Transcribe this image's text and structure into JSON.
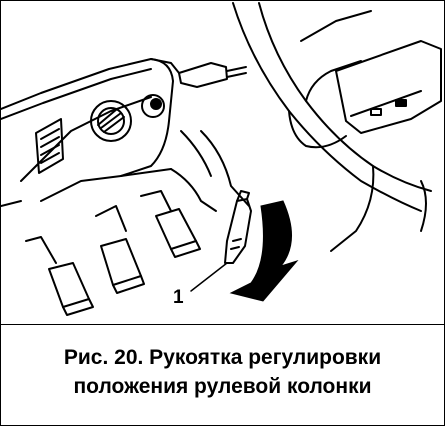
{
  "figure": {
    "callout_label": "1",
    "caption_line1": "Рис. 20. Рукоятка регулировки",
    "caption_line2": "положения рулевой колонки"
  },
  "icons": {
    "steering_wheel": "steering-wheel-drawing",
    "dashboard": "dashboard-drawing",
    "pedals": "pedal-drawing",
    "lever": "adjustment-lever-drawing",
    "arrow": "curved-arrow"
  },
  "colors": {
    "ink": "#000000",
    "paper": "#ffffff"
  }
}
